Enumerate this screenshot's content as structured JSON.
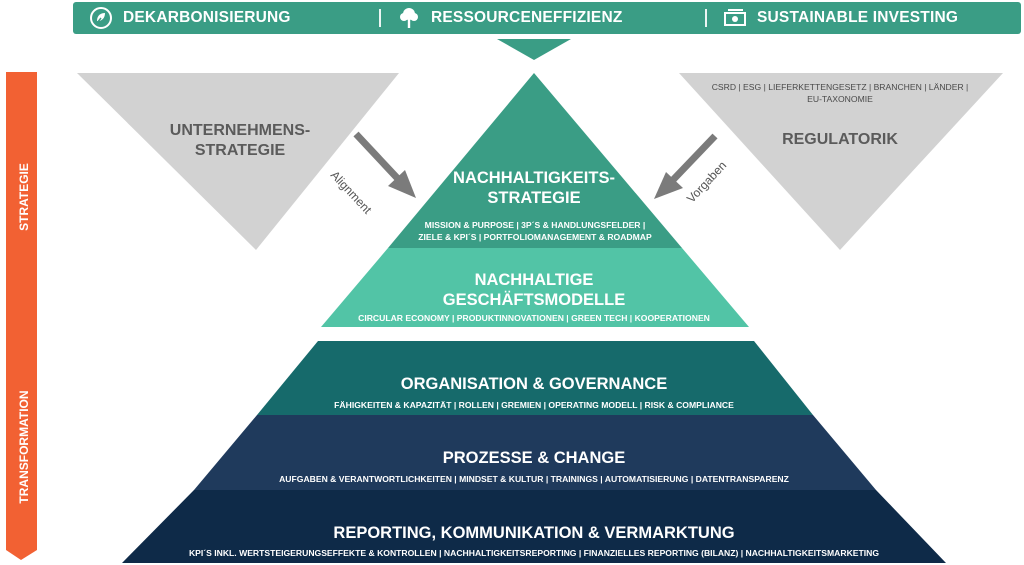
{
  "banner": {
    "items": [
      {
        "label": "DEKARBONISIERUNG",
        "icon": "leaf-plug-icon"
      },
      {
        "label": "RESSOURCENEFFIZIENZ",
        "icon": "tree-icon"
      },
      {
        "label": "SUSTAINABLE INVESTING",
        "icon": "money-bill-icon"
      }
    ]
  },
  "side": {
    "strategie": "STRATEGIE",
    "transformation": "TRANSFORMATION"
  },
  "left_triangle": {
    "title_line1": "UNTERNEHMENS-",
    "title_line2": "STRATEGIE"
  },
  "right_triangle": {
    "sub_line1": "CSRD | ESG | LIEFERKETTENGESETZ | BRANCHEN | LÄNDER |",
    "sub_line2": "EU-TAXONOMIE",
    "title": "REGULATORIK"
  },
  "arrows": {
    "left_label": "Alignment",
    "right_label": "Vorgaben"
  },
  "pyramid_top": {
    "strategy": {
      "title_line1": "NACHHALTIGKEITS-",
      "title_line2": "STRATEGIE",
      "sub_line1": "MISSION & PURPOSE | 3P´S & HANDLUNGSFELDER |",
      "sub_line2": "ZIELE & KPI´S | PORTFOLIOMANAGEMENT & ROADMAP"
    },
    "business_models": {
      "title_line1": "NACHHALTIGE",
      "title_line2": "GESCHÄFTSMODELLE",
      "sub": "CIRCULAR ECONOMY | PRODUKTINNOVATIONEN | GREEN TECH | KOOPERATIONEN"
    }
  },
  "pyramid_bottom": [
    {
      "title": "ORGANISATION & GOVERNANCE",
      "sub": "FÄHIGKEITEN & KAPAZITÄT | ROLLEN  | GREMIEN | OPERATING MODELL | RISK & COMPLIANCE"
    },
    {
      "title": "PROZESSE & CHANGE",
      "sub": "AUFGABEN & VERANTWORTLICHKEITEN | MINDSET & KULTUR | TRAININGS | AUTOMATISIERUNG | DATENTRANSPARENZ"
    },
    {
      "title": "REPORTING, KOMMUNIKATION & VERMARKTUNG",
      "sub": "KPI´S INKL. WERTSTEIGERUNGSEFFEKTE & KONTROLLEN | NACHHALTIGKEITSREPORTING | FINANZIELLES REPORTING (BILANZ) | NACHHALTIGKEITSMARKETING"
    }
  ],
  "colors": {
    "banner": "#3a9d85",
    "strategy_top": "#3a9d85",
    "business_models": "#52c4a6",
    "organisation": "#166a6b",
    "prozesse": "#1f3a5c",
    "reporting": "#0e2a48",
    "side_arrow": "#f26133",
    "gray_triangle": "#d2d2d2",
    "gray_arrow": "#7b7b7b"
  }
}
